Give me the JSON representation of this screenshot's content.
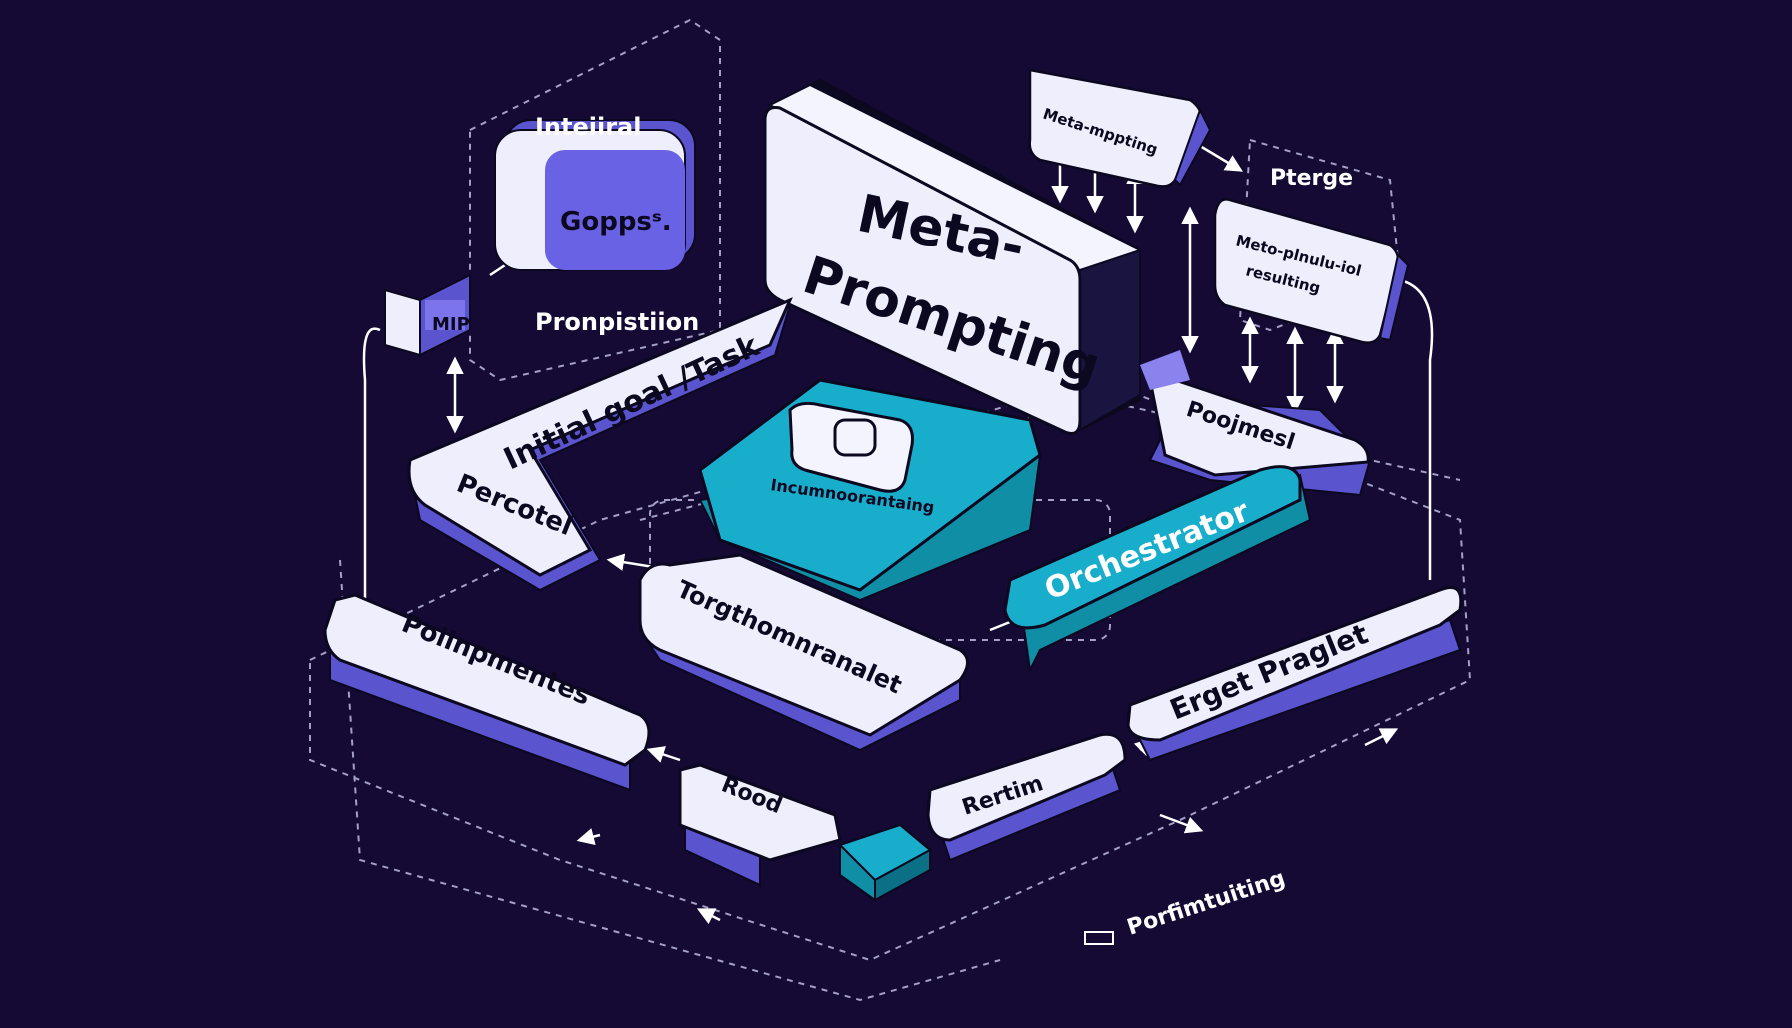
{
  "diagram": {
    "title_line1": "Meta-",
    "title_line2": "Prompting",
    "colors": {
      "background": "#140a33",
      "card_face": "#eeeefc",
      "card_side": "#5b54cf",
      "cyan": "#18aecb",
      "outline": "#0b0820",
      "violet": "#6a62e4"
    },
    "labels": {
      "inteiiral": "Inteiiral",
      "gopps": "Goppsˢ.",
      "pronpistiion": "Pronpistiion",
      "mip": "MIP",
      "meta_mppting": "Meta-mppting",
      "pterge": "Pterge",
      "meta_resulting_line1": "Meto-plnulu-iol",
      "meta_resulting_line2": "resulting",
      "initial_goal": "Initial goal /Task",
      "percotel": "Percotel",
      "center_chip": "Incumnoorantaing",
      "poojmesl": "Poojmesl",
      "orchestrator": "Orchestrator",
      "torgthomnranalet": "Torgthomnranalet",
      "poiinpmentes": "Poiinpmentes",
      "rood": "Rood",
      "rertim": "Rertim",
      "erget_praglet": "Erget Praglet",
      "porfimtuiting": "Porfimtuiting"
    }
  }
}
